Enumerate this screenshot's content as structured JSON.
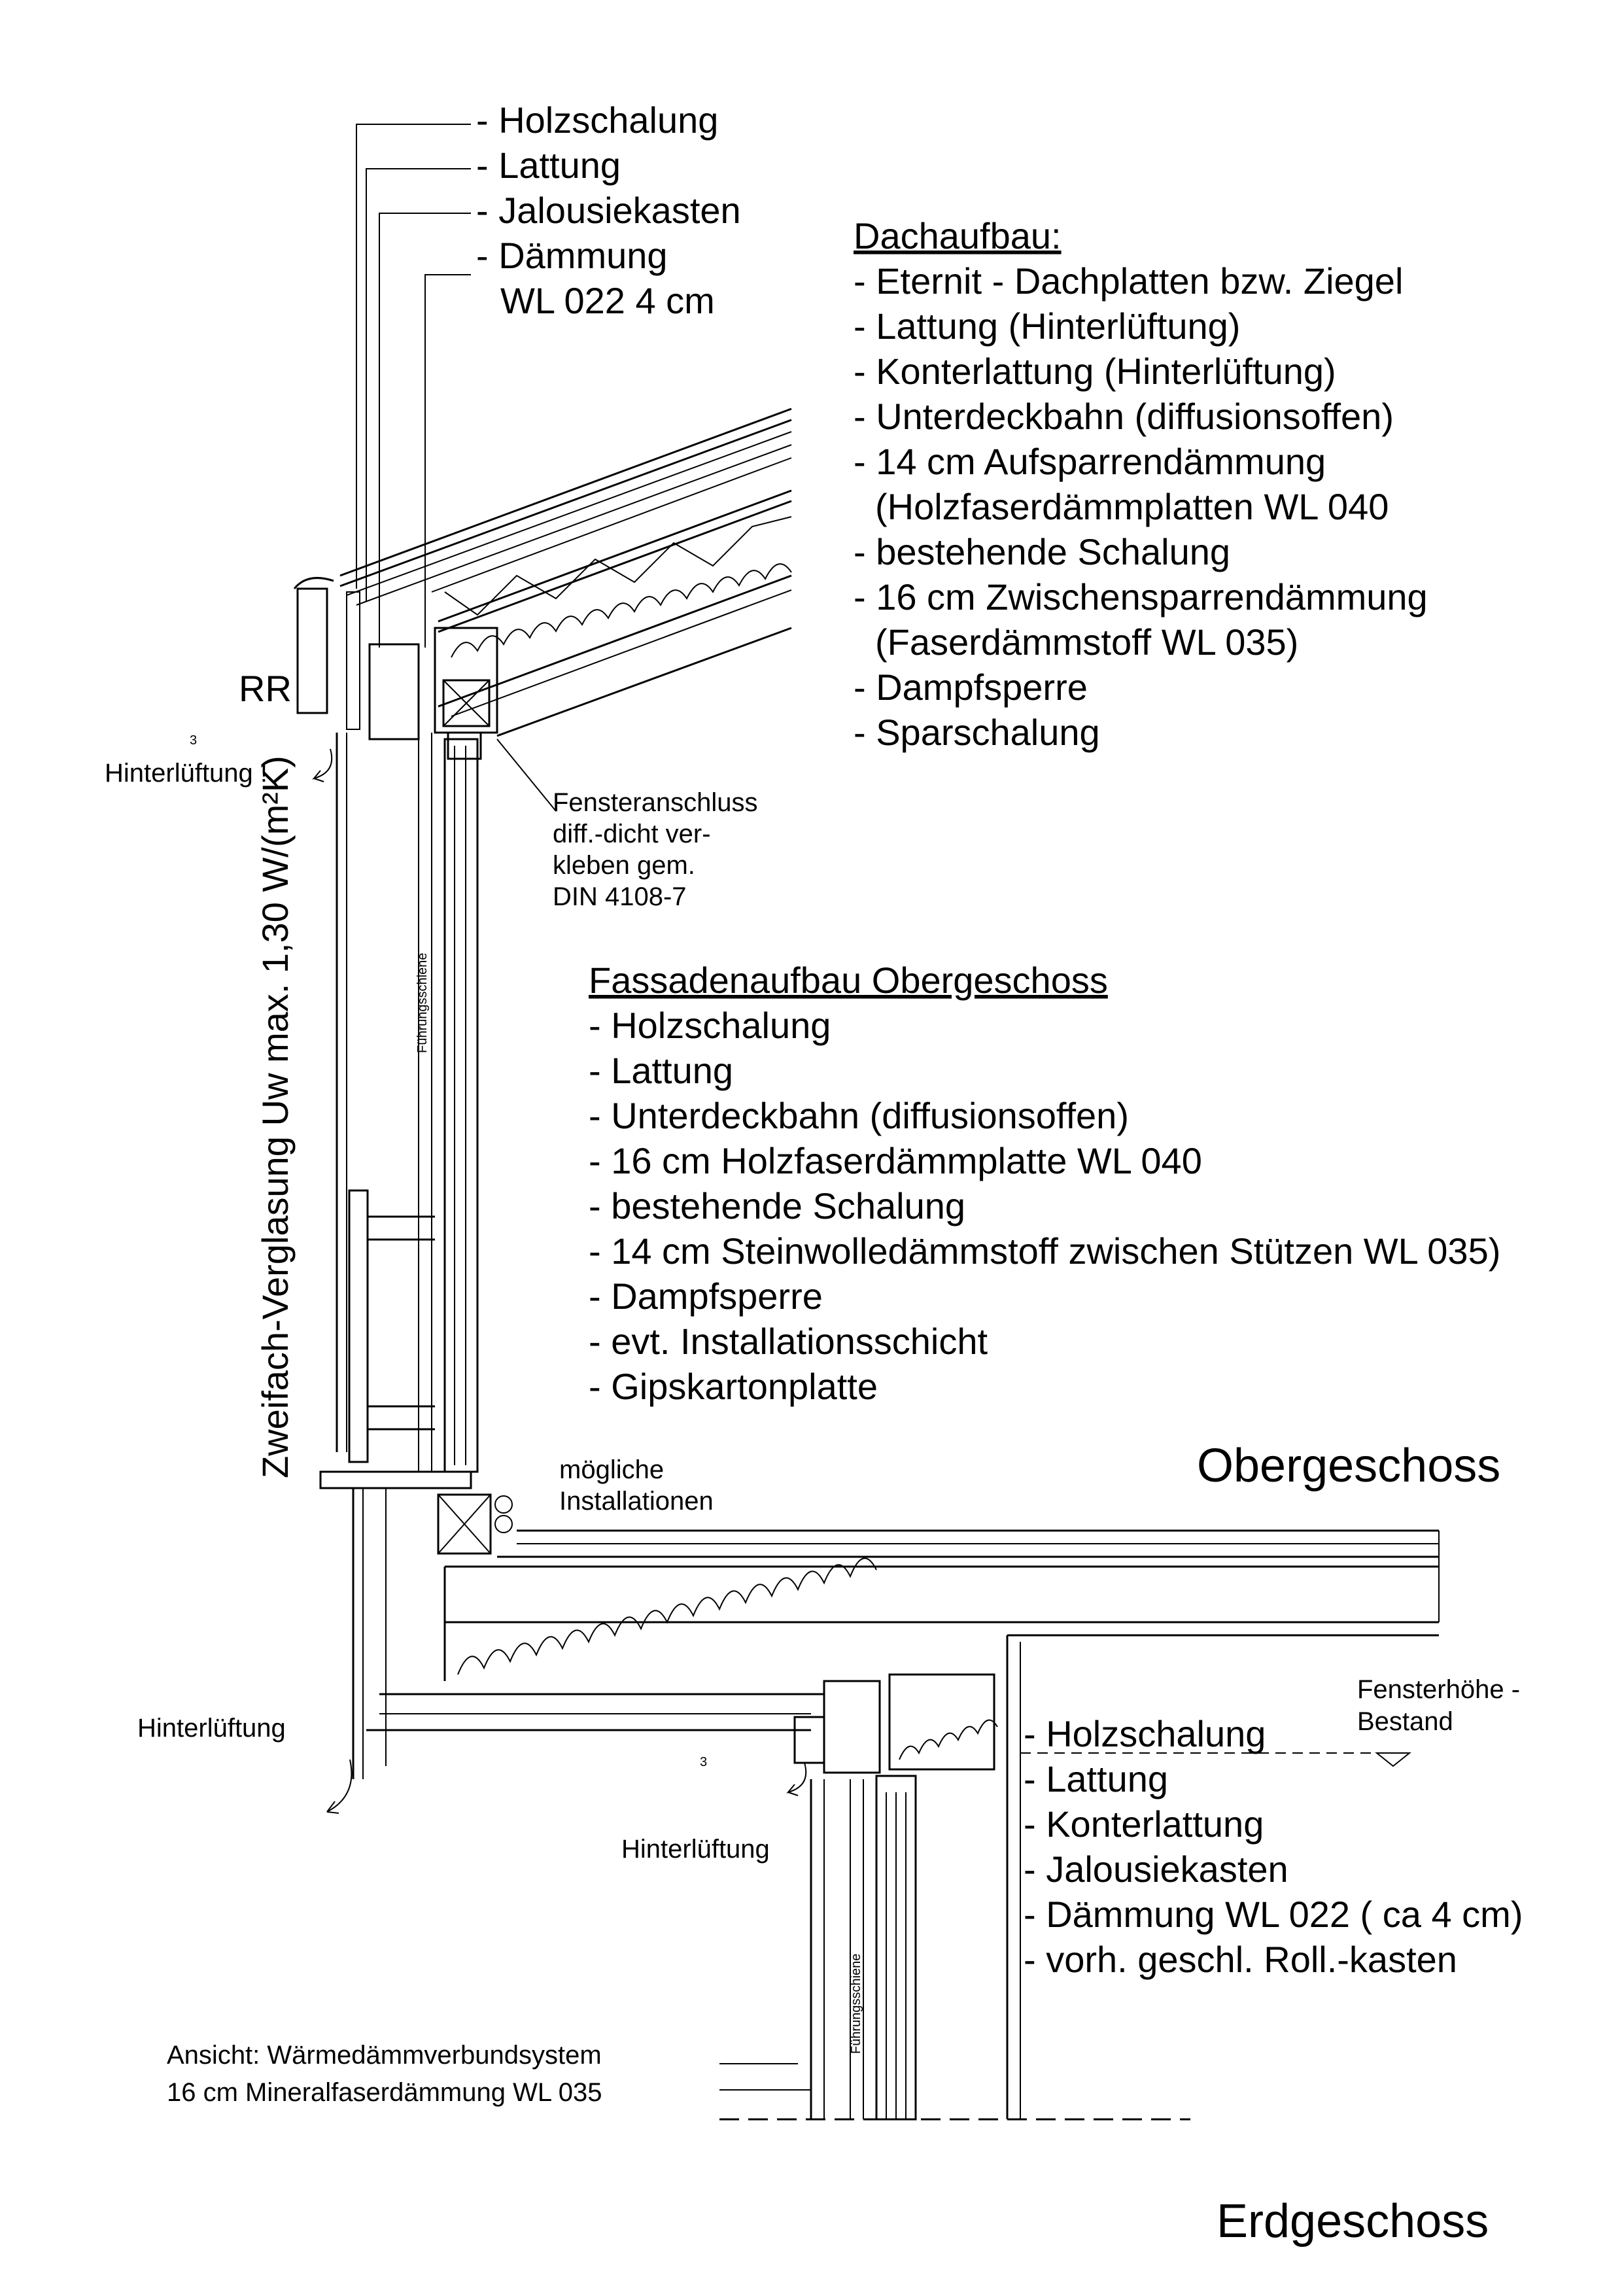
{
  "top_left_list": [
    "- Holzschalung",
    "- Lattung",
    "- Jalousiekasten",
    "- Dämmung",
    "WL 022 4 cm"
  ],
  "dachaufbau": {
    "title": "Dachaufbau:",
    "items": [
      "- Eternit - Dachplatten bzw. Ziegel",
      "- Lattung (Hinterlüftung)",
      "- Konterlattung (Hinterlüftung)",
      "- Unterdeckbahn (diffusionsoffen)",
      "- 14 cm Aufsparrendämmung",
      "(Holzfaserdämmplatten WL 040",
      "- bestehende Schalung",
      "- 16 cm Zwischensparrendämmung",
      "(Faserdämmstoff WL 035)",
      "- Dampfsperre",
      "- Sparschalung"
    ]
  },
  "labels": {
    "rr": "RR",
    "dim_3_top": "3",
    "hinterlueftung_excl": "Hinterlüftung !",
    "glazing_vertical": "Zweifach-Verglasung Uw max. 1,30 W/(m²K)",
    "fuehrungsschiene_top": "Führungsschiene",
    "fuehrungsschiene_bottom": "Führungsschiene",
    "fensteranschluss": [
      "Fensteranschluss",
      "diff.-dicht ver-",
      "kleben gem.",
      "DIN 4108-7"
    ],
    "moegliche": [
      "mögliche",
      "Installationen"
    ],
    "hinterlueftung_left": "Hinterlüftung",
    "hinterlueftung_mid": "Hinterlüftung",
    "dim_3_bottom": "3",
    "fensterhoehe": [
      "Fensterhöhe -",
      "Bestand"
    ],
    "ansicht": [
      "Ansicht: Wärmedämmverbundsystem",
      "16 cm Mineralfaserdämmung WL 035"
    ]
  },
  "fassade": {
    "title": "Fassadenaufbau Obergeschoss",
    "items": [
      "- Holzschalung",
      "- Lattung",
      "- Unterdeckbahn (diffusionsoffen)",
      "- 16 cm Holzfaserdämmplatte WL 040",
      "- bestehende Schalung",
      "- 14 cm Steinwolledämmstoff zwischen Stützen WL 035)",
      "- Dampfsperre",
      "- evt. Installationsschicht",
      "- Gipskartonplatte"
    ]
  },
  "bottom_list": [
    "- Holzschalung",
    "- Lattung",
    "- Konterlattung",
    "- Jalousiekasten",
    "- Dämmung WL 022 ( ca 4 cm)",
    "- vorh. geschl. Roll.-kasten"
  ],
  "floor_labels": {
    "og": "Obergeschoss",
    "eg": "Erdgeschoss"
  }
}
